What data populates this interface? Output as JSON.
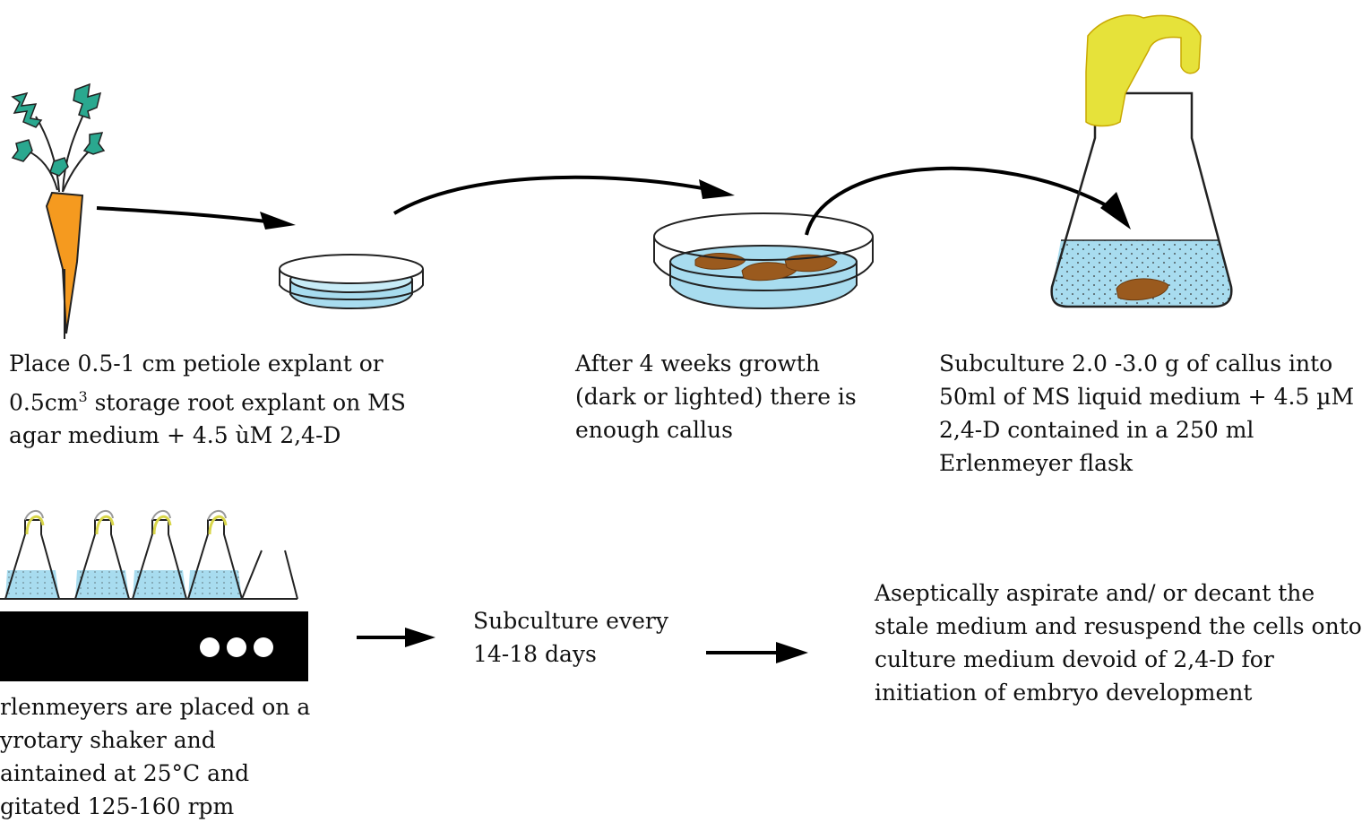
{
  "steps": {
    "step1": {
      "line1": "Place 0.5-1 cm petiole explant or",
      "line2a": "0.5cm",
      "line2sup": "3",
      "line2b": " storage root explant on MS",
      "line3": "agar medium + 4.5 ùM 2,4-D"
    },
    "step2": {
      "line1": "After 4 weeks growth",
      "line2": "(dark or lighted) there is",
      "line3": "enough callus"
    },
    "step3": {
      "line1": "Subculture 2.0 -3.0 g of callus into",
      "line2": "50ml of MS liquid medium + 4.5 µM",
      "line3": "2,4-D contained in a 250 ml",
      "line4": "Erlenmeyer flask"
    },
    "step4": {
      "line1": "rlenmeyers are placed on a",
      "line2": "yrotary shaker and",
      "line3": "aintained at 25°C and",
      "line4": "gitated 125-160 rpm"
    },
    "step5": {
      "line1": "Subculture every",
      "line2": "14-18 days"
    },
    "step6": {
      "line1": "Aseptically aspirate and/ or decant the",
      "line2": "stale medium and resuspend the cells onto",
      "line3": "culture medium devoid of 2,4-D for",
      "line4": "initiation of embryo development"
    }
  },
  "colors": {
    "carrot": "#f59a1f",
    "leaves": "#2aa88f",
    "medium": "#a8dcef",
    "callus": "#9a5a1e",
    "foam_plug": "#e6e23a",
    "shaker": "#000000"
  },
  "icons": [
    "carrot-icon",
    "petri-dish-icon",
    "callus-petri-dish-icon",
    "erlenmeyer-flask-icon",
    "rotary-shaker-icon",
    "arrow-icon"
  ]
}
